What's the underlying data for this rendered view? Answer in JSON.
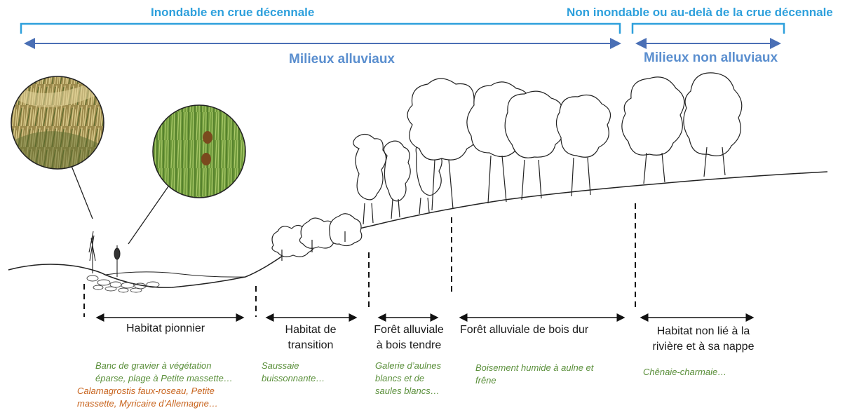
{
  "header": {
    "flood_label": "Inondable en crue décennale",
    "nonflood_label": "Non inondable ou au-delà de la crue décennale",
    "alluvial_label": "Milieux alluviaux",
    "nonalluvial_label": "Milieux non alluviaux"
  },
  "zones": [
    {
      "title": "Habitat pionnier",
      "desc_green": [
        "Banc de gravier à végétation",
        "éparse, plage à Petite massette…"
      ],
      "desc_orange": [
        "Calamagrostis faux-roseau, Petite",
        "massette, Myricaire d’Allemagne…"
      ]
    },
    {
      "title": [
        "Habitat de",
        "transition"
      ],
      "desc_green": [
        "Saussaie",
        "buissonnante…"
      ]
    },
    {
      "title": [
        "Forêt alluviale",
        "à bois tendre"
      ],
      "desc_green": [
        "Galerie d’aulnes",
        "blancs et de",
        "saules blancs…"
      ]
    },
    {
      "title": "Forêt alluviale de bois dur",
      "desc_green": [
        "Boisement humide à aulne et",
        "frêne"
      ]
    },
    {
      "title": [
        "Habitat non lié à la",
        "rivière et à sa nappe"
      ],
      "desc_green": [
        "Chênaie-charmaie…"
      ]
    }
  ],
  "colors": {
    "bracket": "#2ea0dc",
    "arrow": "#4a6fb5",
    "green_text": "#5a8f3a",
    "orange_text": "#c8641e"
  },
  "photos": [
    {
      "subject": "Calamagrostis faux-roseau (grass tufts)"
    },
    {
      "subject": "Petite massette (cattail spikes)"
    }
  ]
}
